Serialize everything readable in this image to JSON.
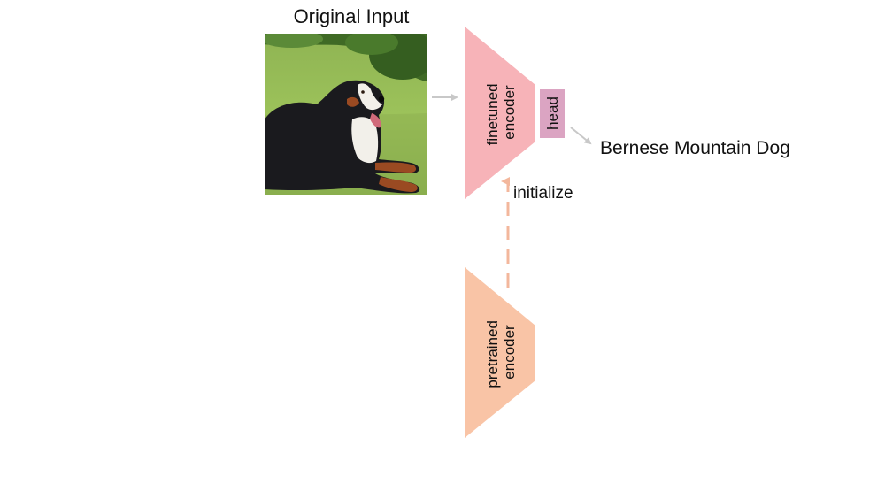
{
  "input": {
    "title": "Original Input",
    "image_subject": "Bernese Mountain Dog lying on grass"
  },
  "finetuned_encoder": {
    "line1": "finetuned",
    "line2": "encoder"
  },
  "head": {
    "label": "head"
  },
  "output": {
    "label": "Bernese Mountain Dog"
  },
  "initialize": {
    "label": "initialize"
  },
  "pretrained_encoder": {
    "line1": "pretrained",
    "line2": "encoder"
  },
  "colors": {
    "finetuned_encoder": "#f7b3b8",
    "pretrained_encoder": "#f9c4a6",
    "head": "#dba4c2",
    "flow_arrow": "#c8c8c8",
    "init_arrow": "#f3b79c"
  }
}
